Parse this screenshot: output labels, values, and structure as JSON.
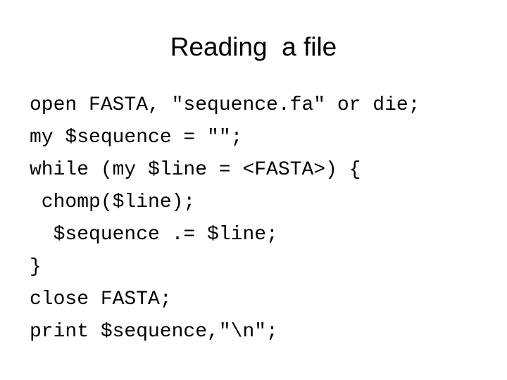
{
  "slide": {
    "title": "Reading  a file",
    "code_lines": [
      "open FASTA, \"sequence.fa\" or die;",
      "my $sequence = \"\";",
      "while (my $line = <FASTA>) {",
      " chomp($line);",
      "  $sequence .= $line;",
      "}",
      "close FASTA;",
      "print $sequence,\"\\n\";"
    ]
  }
}
